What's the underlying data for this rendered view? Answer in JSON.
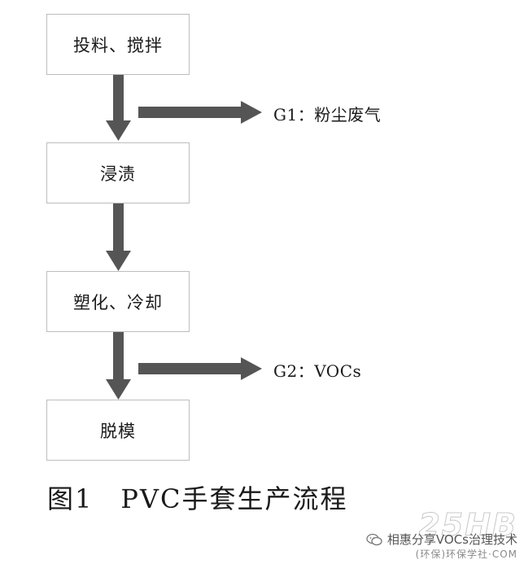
{
  "diagram": {
    "steps": [
      {
        "label": "投料、搅拌"
      },
      {
        "label": "浸渍"
      },
      {
        "label": "塑化、冷却"
      },
      {
        "label": "脱模"
      }
    ],
    "outputs": [
      {
        "label": "G1：粉尘废气"
      },
      {
        "label": "G2：VOCs"
      }
    ],
    "caption_number": "图1",
    "caption_title": "PVC手套生产流程"
  },
  "watermark": {
    "brand": "25HB",
    "channel": "相惠分享VOCs治理技术",
    "site": "(环保)环保学社·COM",
    "icon": "wechat-icon"
  },
  "colors": {
    "arrow": "#555555",
    "box_border": "#bdbdbd",
    "text": "#1a1a1a"
  }
}
